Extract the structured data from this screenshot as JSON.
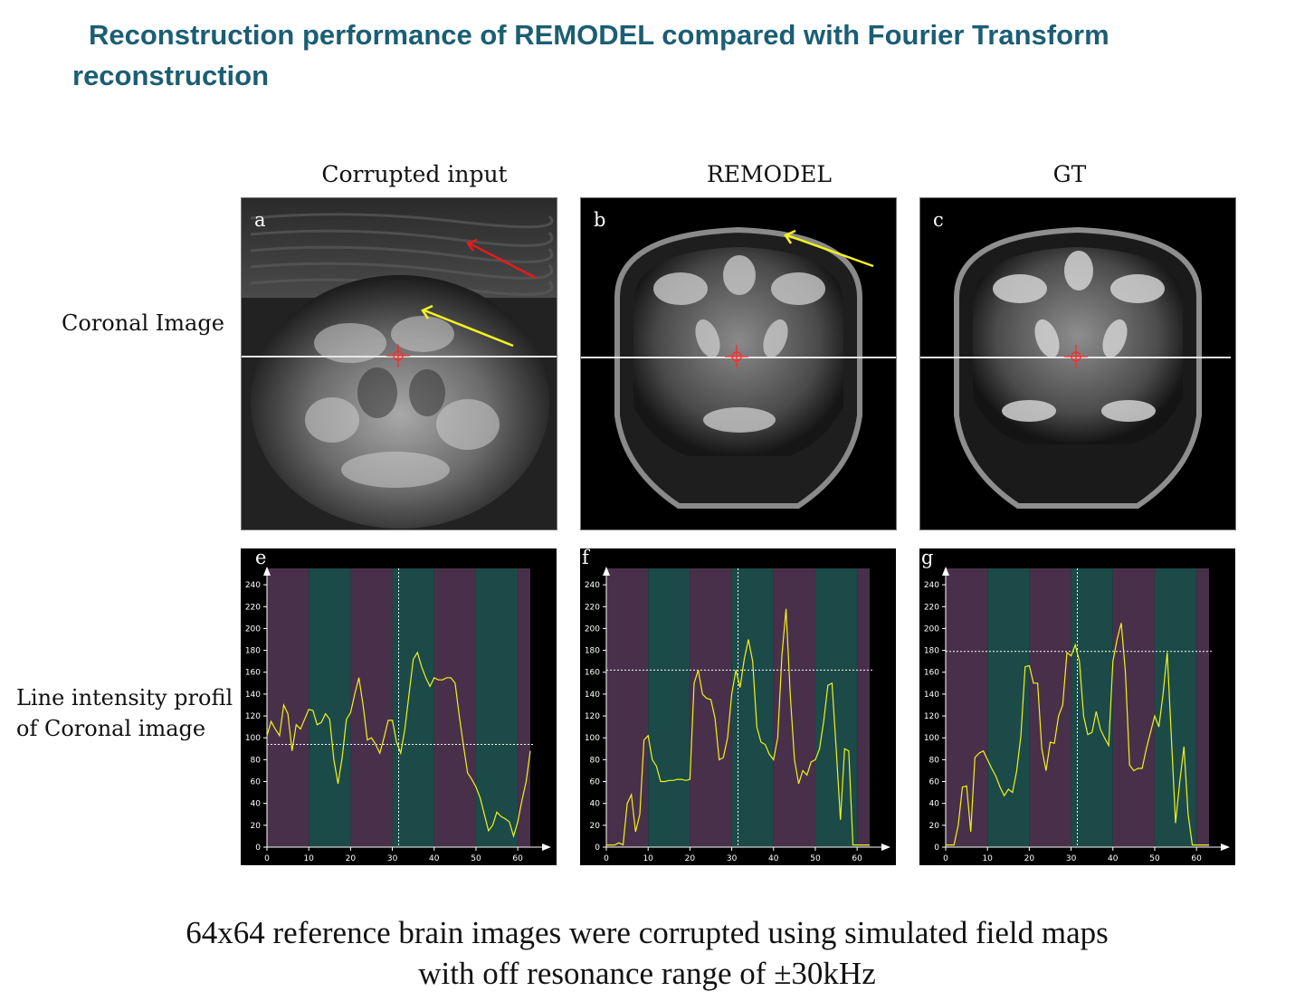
{
  "title": {
    "line1": "Reconstruction performance of REMODEL compared with Fourier Transform",
    "line2": "reconstruction"
  },
  "columns": [
    "Corrupted input",
    "REMODEL",
    "GT"
  ],
  "rows": {
    "image": "Coronal Image",
    "profile_line1": "Line intensity profil",
    "profile_line2": "of Coronal image"
  },
  "panel_labels": {
    "a": "a",
    "b": "b",
    "c": "c",
    "e": "e",
    "f": "f",
    "g": "g"
  },
  "caption": {
    "line1": "64x64 reference brain images were corrupted using simulated field maps",
    "line2": "with off resonance range of ±30kHz"
  },
  "colors": {
    "title": "#1b5e74",
    "band_purple": "#48304a",
    "band_teal": "#1b4a48",
    "profile_line": "#f2f21a",
    "arrow_red": "#e51b1b",
    "arrow_yellow": "#f5f51e"
  },
  "chart_data": [
    {
      "type": "line",
      "panel": "e",
      "xlim": [
        0,
        63
      ],
      "ylim": [
        0,
        255
      ],
      "xticks": [
        0,
        10,
        20,
        30,
        40,
        50,
        60
      ],
      "yticks": [
        0,
        20,
        40,
        60,
        80,
        100,
        120,
        140,
        160,
        180,
        200,
        220,
        240
      ],
      "cursor_x": 31.5,
      "cursor_y": 94,
      "x": [
        0,
        1,
        2,
        3,
        4,
        5,
        6,
        7,
        8,
        9,
        10,
        11,
        12,
        13,
        14,
        15,
        16,
        17,
        18,
        19,
        20,
        21,
        22,
        23,
        24,
        25,
        26,
        27,
        28,
        29,
        30,
        31,
        32,
        33,
        34,
        35,
        36,
        37,
        38,
        39,
        40,
        41,
        42,
        43,
        44,
        45,
        46,
        47,
        48,
        49,
        50,
        51,
        52,
        53,
        54,
        55,
        56,
        57,
        58,
        59,
        60,
        61,
        62,
        63
      ],
      "values": [
        102,
        115,
        108,
        102,
        130,
        122,
        88,
        112,
        108,
        117,
        126,
        125,
        112,
        114,
        122,
        117,
        80,
        58,
        82,
        117,
        123,
        140,
        155,
        130,
        98,
        100,
        94,
        86,
        100,
        116,
        116,
        96,
        86,
        108,
        140,
        172,
        178,
        165,
        155,
        147,
        155,
        153,
        153,
        155,
        155,
        150,
        120,
        93,
        68,
        62,
        55,
        45,
        30,
        15,
        20,
        32,
        28,
        26,
        23,
        10,
        23,
        43,
        60,
        88
      ]
    },
    {
      "type": "line",
      "panel": "f",
      "xlim": [
        0,
        63
      ],
      "ylim": [
        0,
        255
      ],
      "xticks": [
        0,
        10,
        20,
        30,
        40,
        50,
        60
      ],
      "yticks": [
        0,
        20,
        40,
        60,
        80,
        100,
        120,
        140,
        160,
        180,
        200,
        220,
        240
      ],
      "cursor_x": 31.5,
      "cursor_y": 162,
      "x": [
        0,
        1,
        2,
        3,
        4,
        5,
        6,
        7,
        8,
        9,
        10,
        11,
        12,
        13,
        14,
        15,
        16,
        17,
        18,
        19,
        20,
        21,
        22,
        23,
        24,
        25,
        26,
        27,
        28,
        29,
        30,
        31,
        32,
        33,
        34,
        35,
        36,
        37,
        38,
        39,
        40,
        41,
        42,
        43,
        44,
        45,
        46,
        47,
        48,
        49,
        50,
        51,
        52,
        53,
        54,
        55,
        56,
        57,
        58,
        59,
        60,
        61,
        62,
        63
      ],
      "values": [
        2,
        2,
        2,
        4,
        2,
        40,
        48,
        14,
        30,
        98,
        102,
        80,
        74,
        60,
        60,
        61,
        61,
        62,
        62,
        61,
        62,
        150,
        162,
        140,
        136,
        135,
        118,
        80,
        82,
        100,
        140,
        162,
        146,
        172,
        190,
        170,
        110,
        96,
        94,
        85,
        80,
        100,
        175,
        218,
        140,
        80,
        58,
        70,
        66,
        78,
        80,
        90,
        115,
        148,
        150,
        90,
        25,
        90,
        88,
        2,
        2,
        2,
        2,
        2
      ]
    },
    {
      "type": "line",
      "panel": "g",
      "xlim": [
        0,
        63
      ],
      "ylim": [
        0,
        255
      ],
      "xticks": [
        0,
        10,
        20,
        30,
        40,
        50,
        60
      ],
      "yticks": [
        0,
        20,
        40,
        60,
        80,
        100,
        120,
        140,
        160,
        180,
        200,
        220,
        240
      ],
      "cursor_x": 31.5,
      "cursor_y": 179,
      "x": [
        0,
        1,
        2,
        3,
        4,
        5,
        6,
        7,
        8,
        9,
        10,
        11,
        12,
        13,
        14,
        15,
        16,
        17,
        18,
        19,
        20,
        21,
        22,
        23,
        24,
        25,
        26,
        27,
        28,
        29,
        30,
        31,
        32,
        33,
        34,
        35,
        36,
        37,
        38,
        39,
        40,
        41,
        42,
        43,
        44,
        45,
        46,
        47,
        48,
        49,
        50,
        51,
        52,
        53,
        54,
        55,
        56,
        57,
        58,
        59,
        60,
        61,
        62,
        63
      ],
      "values": [
        2,
        2,
        2,
        20,
        55,
        56,
        14,
        82,
        86,
        88,
        80,
        72,
        65,
        55,
        47,
        53,
        50,
        70,
        102,
        165,
        166,
        150,
        150,
        90,
        70,
        96,
        95,
        120,
        130,
        178,
        175,
        185,
        170,
        120,
        103,
        105,
        124,
        108,
        100,
        93,
        170,
        190,
        205,
        160,
        75,
        70,
        72,
        72,
        90,
        105,
        120,
        110,
        140,
        178,
        100,
        22,
        60,
        92,
        30,
        2,
        2,
        2,
        2,
        2
      ]
    }
  ]
}
